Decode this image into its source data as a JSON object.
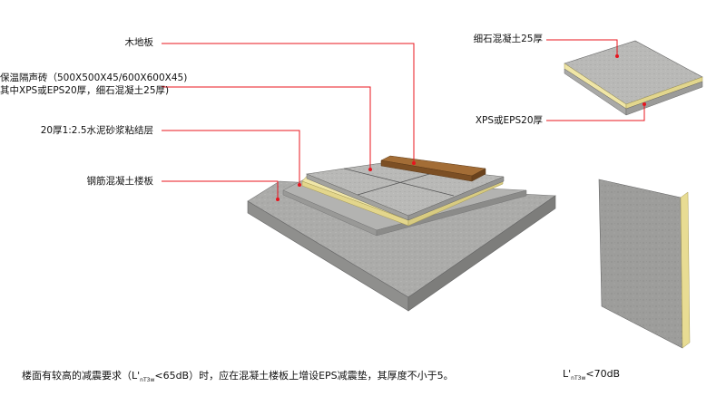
{
  "labels": {
    "wood_floor": "木地板",
    "insulation_tile_line1": "保温隔声砖（500X500X45/600X600X45)",
    "insulation_tile_line2": "其中XPS或EPS20厚，细石混凝土25厚)",
    "mortar_layer": "20厚1:2.5水泥砂浆粘结层",
    "rc_slab": "钢筋混凝土楼板",
    "fine_concrete": "细石混凝土25厚",
    "xps_eps": "XPS或EPS20厚"
  },
  "caption": {
    "prefix": "楼面有较高的减震要求（L'",
    "sub": "nT3w",
    "suffix": "<65dB）时，应在混凝土楼板上增设EPS减震垫，其厚度不小于5。"
  },
  "caption_right": {
    "prefix": "L'",
    "sub": "nT3w",
    "suffix": "<70dB"
  },
  "colors": {
    "leader": "#e8141e",
    "concrete": "#a8a8a6",
    "concrete_top": "#b6b6b4",
    "concrete_side": "#8c8c8a",
    "insulation": "#efe5a8",
    "wood": "#8a5a2b"
  }
}
